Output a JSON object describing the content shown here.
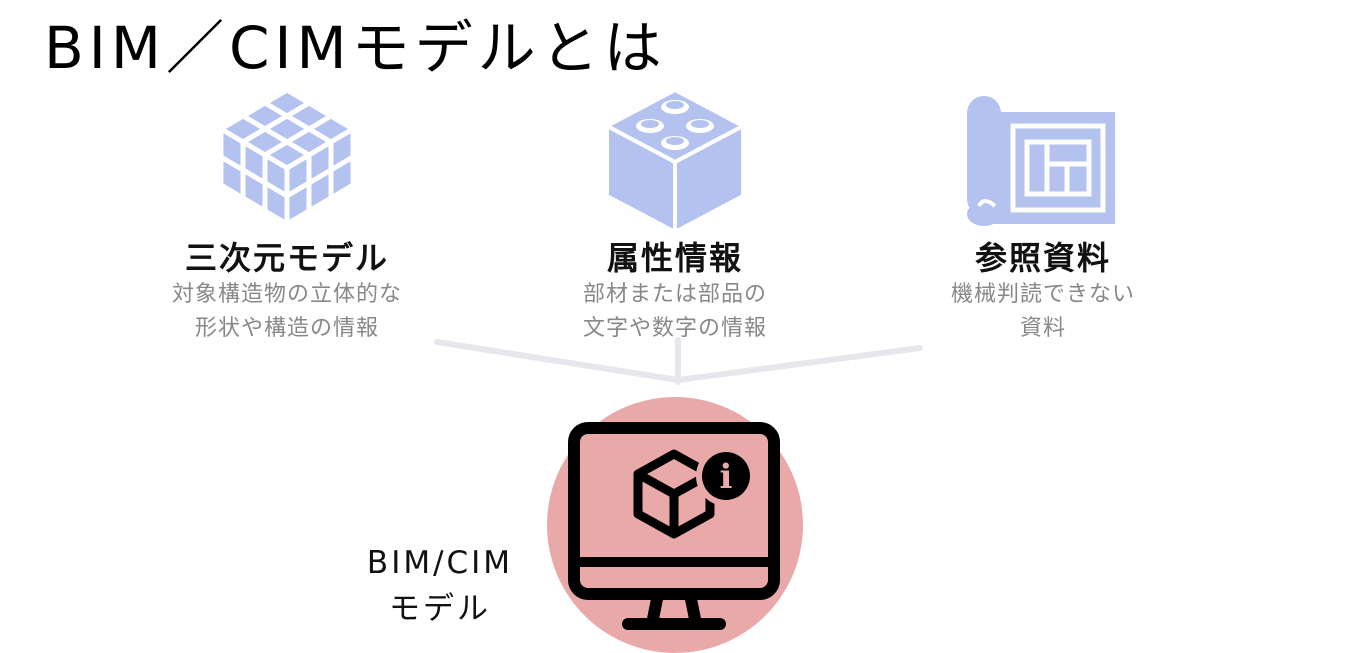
{
  "title": "BIM／CIMモデルとは",
  "colors": {
    "icon_fill": "#b3c2ee",
    "connector": "#e6e6ec",
    "circle": "#eaa9a9",
    "text_gray": "#888888"
  },
  "columns": [
    {
      "icon": "grid-cube-icon",
      "heading": "三次元モデル",
      "desc_lines": [
        "対象構造物の立体的な",
        "形状や構造の情報"
      ]
    },
    {
      "icon": "block-cube-icon",
      "heading": "属性情報",
      "desc_lines": [
        "部材または部品の",
        "文字や数字の情報"
      ]
    },
    {
      "icon": "blueprint-icon",
      "heading": "参照資料",
      "desc_lines": [
        "機械判読できない",
        "資料"
      ]
    }
  ],
  "model": {
    "label_lines": [
      "BIM/CIM",
      "モデル"
    ],
    "icon": "monitor-cube-info-icon",
    "info_glyph": "i"
  }
}
